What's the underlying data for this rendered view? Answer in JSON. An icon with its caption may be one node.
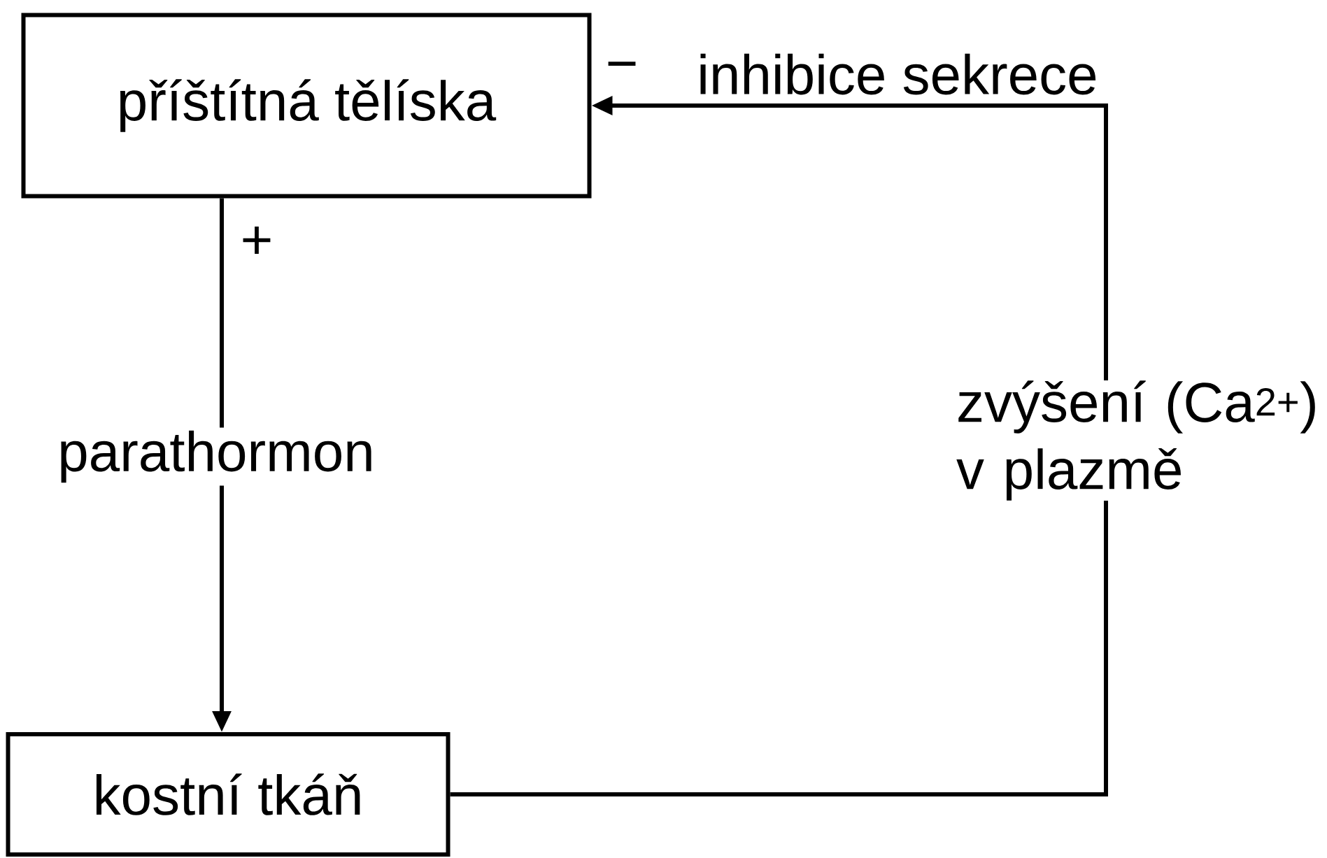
{
  "diagram": {
    "nodes": [
      {
        "text": [
          "příštítná tělíska"
        ]
      },
      {
        "text": [
          "parathormon"
        ]
      },
      {
        "text": [
          "kostní tkáň"
        ]
      },
      {
        "text": [
          "zvýšení (Ca$^{2+}$) v plazmě"
        ]
      }
    ],
    "edges": [
      {
        "from": 0,
        "to": 1,
        "arrow": "none",
        "label": "+"
      },
      {
        "from": 1,
        "to": 2,
        "arrow": "to"
      },
      {
        "from": 2,
        "to": 3,
        "arrow": "none"
      },
      {
        "from": 3,
        "to": 0,
        "arrow": "to",
        "label": "inhibice sekrece"
      }
    ],
    "labels": [
      "−"
    ]
  }
}
